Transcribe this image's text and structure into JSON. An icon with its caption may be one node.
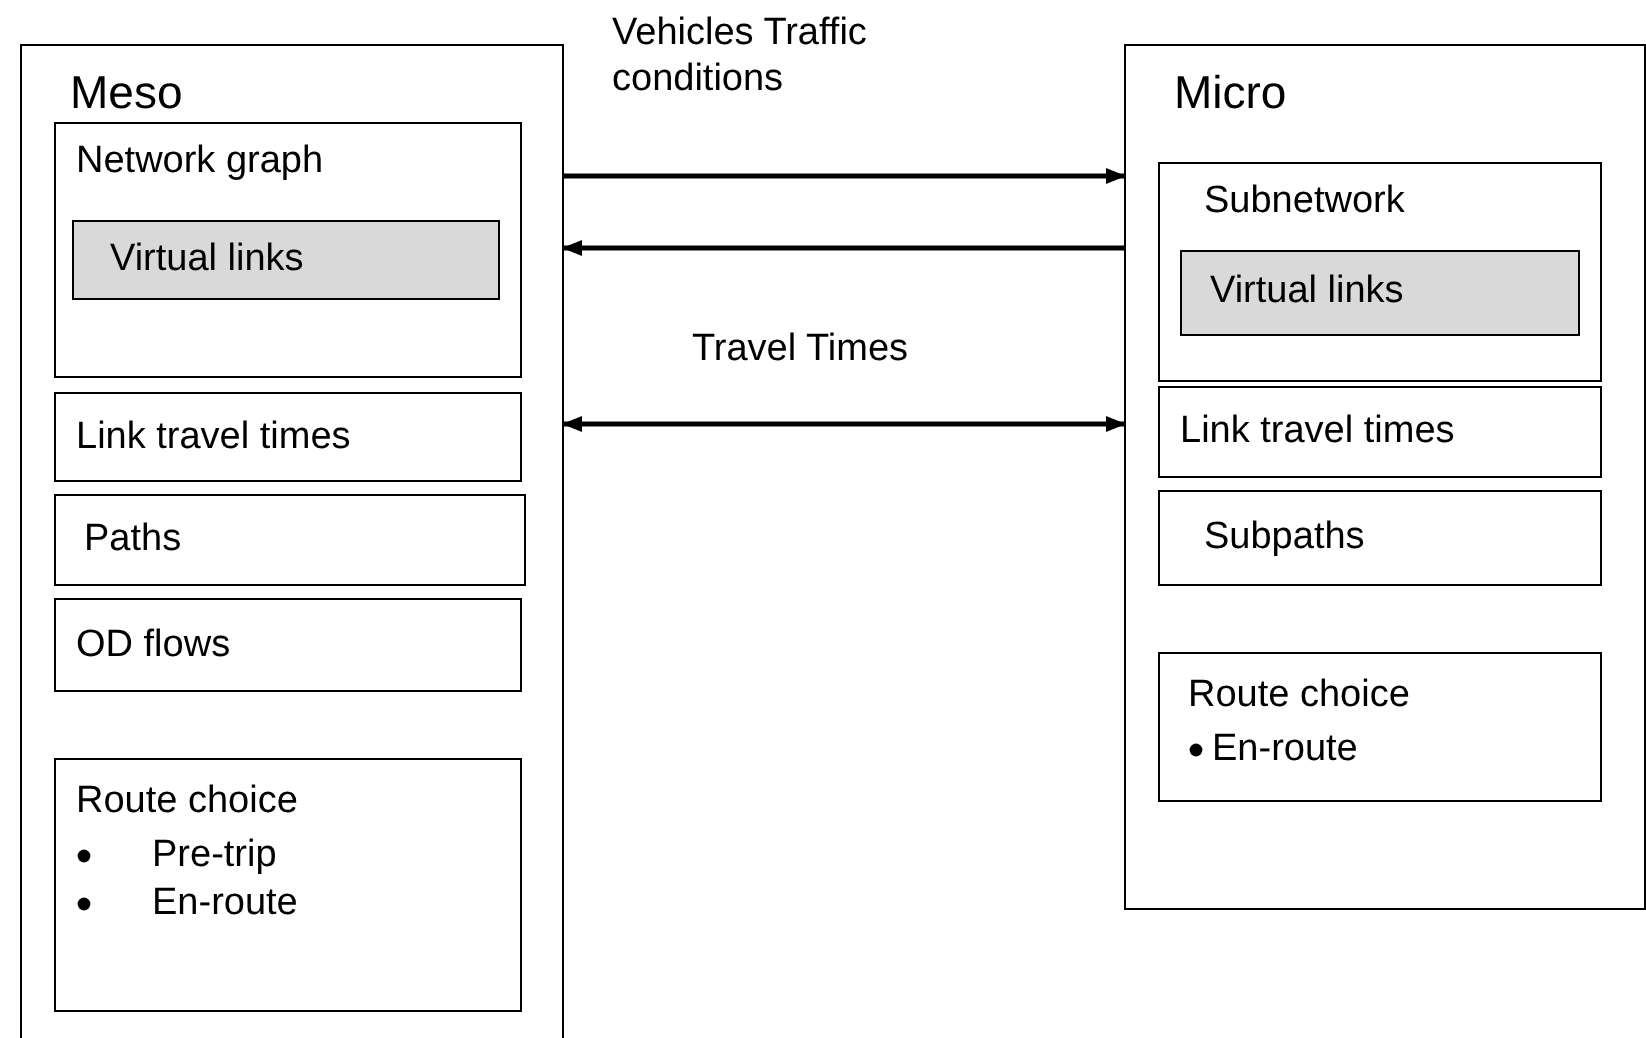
{
  "diagram": {
    "nodes": [
      {
        "text": [
          "Meso"
        ]
      },
      {
        "text": [
          "Network graph"
        ],
        "in": 0
      },
      {
        "text": [
          "Virtual links"
        ],
        "in": 1
      },
      {
        "text": [
          "Link travel times"
        ],
        "in": 0
      },
      {
        "text": [
          "Paths"
        ],
        "in": 0
      },
      {
        "text": [
          "OD flows"
        ],
        "in": 0
      },
      {
        "text": [
          "Route choice",
          "Pre-trip",
          "En-route"
        ],
        "in": 0
      },
      {
        "text": [
          "Micro"
        ]
      },
      {
        "text": [
          "Subnetwork"
        ],
        "in": 7
      },
      {
        "text": [
          "Virtual links"
        ],
        "in": 8
      },
      {
        "text": [
          "Link travel times"
        ],
        "in": 7
      },
      {
        "text": [
          "Subpaths"
        ],
        "in": 7
      },
      {
        "text": [
          "Route choice",
          "En-route"
        ],
        "in": 7
      }
    ],
    "edges": [
      {
        "from": 0,
        "to": 7,
        "arrow": "to",
        "label": "Vehicles Traffic conditions"
      },
      {
        "from": 7,
        "to": 0,
        "arrow": "to"
      },
      {
        "from": 0,
        "to": 7,
        "arrow": "both",
        "label": "Travel Times"
      }
    ]
  }
}
